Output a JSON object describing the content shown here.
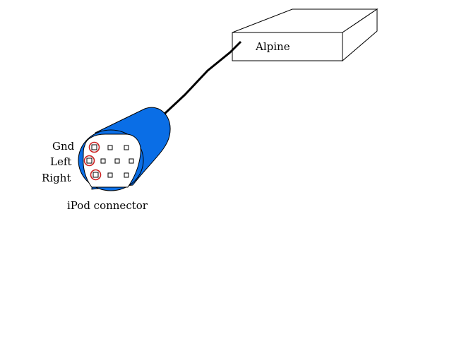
{
  "labels": {
    "device": "Alpine",
    "gnd": "Gnd",
    "left": "Left",
    "right": "Right",
    "connector": "iPod connector"
  },
  "colors": {
    "connector_blue": "#0a6ee6",
    "connector_dark_blue": "#0a5fc7",
    "pin_highlight_red": "#cc2222",
    "cable": "#000000",
    "outline": "#000000",
    "background": "#ffffff"
  }
}
